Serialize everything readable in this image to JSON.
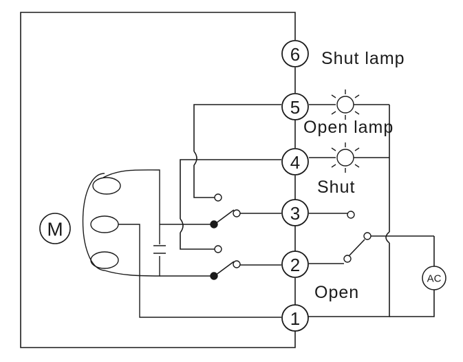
{
  "terminals": [
    {
      "id": "1",
      "label": "1"
    },
    {
      "id": "2",
      "label": "2"
    },
    {
      "id": "3",
      "label": "3"
    },
    {
      "id": "4",
      "label": "4"
    },
    {
      "id": "5",
      "label": "5"
    },
    {
      "id": "6",
      "label": "6"
    }
  ],
  "labels": {
    "shut_lamp": "Shut lamp",
    "open_lamp": "Open lamp",
    "shut": "Shut",
    "open": "Open"
  },
  "motor": {
    "label": "M"
  },
  "power": {
    "label": "AC"
  },
  "colors": {
    "line": "#1a1a1a",
    "background": "#ffffff"
  }
}
